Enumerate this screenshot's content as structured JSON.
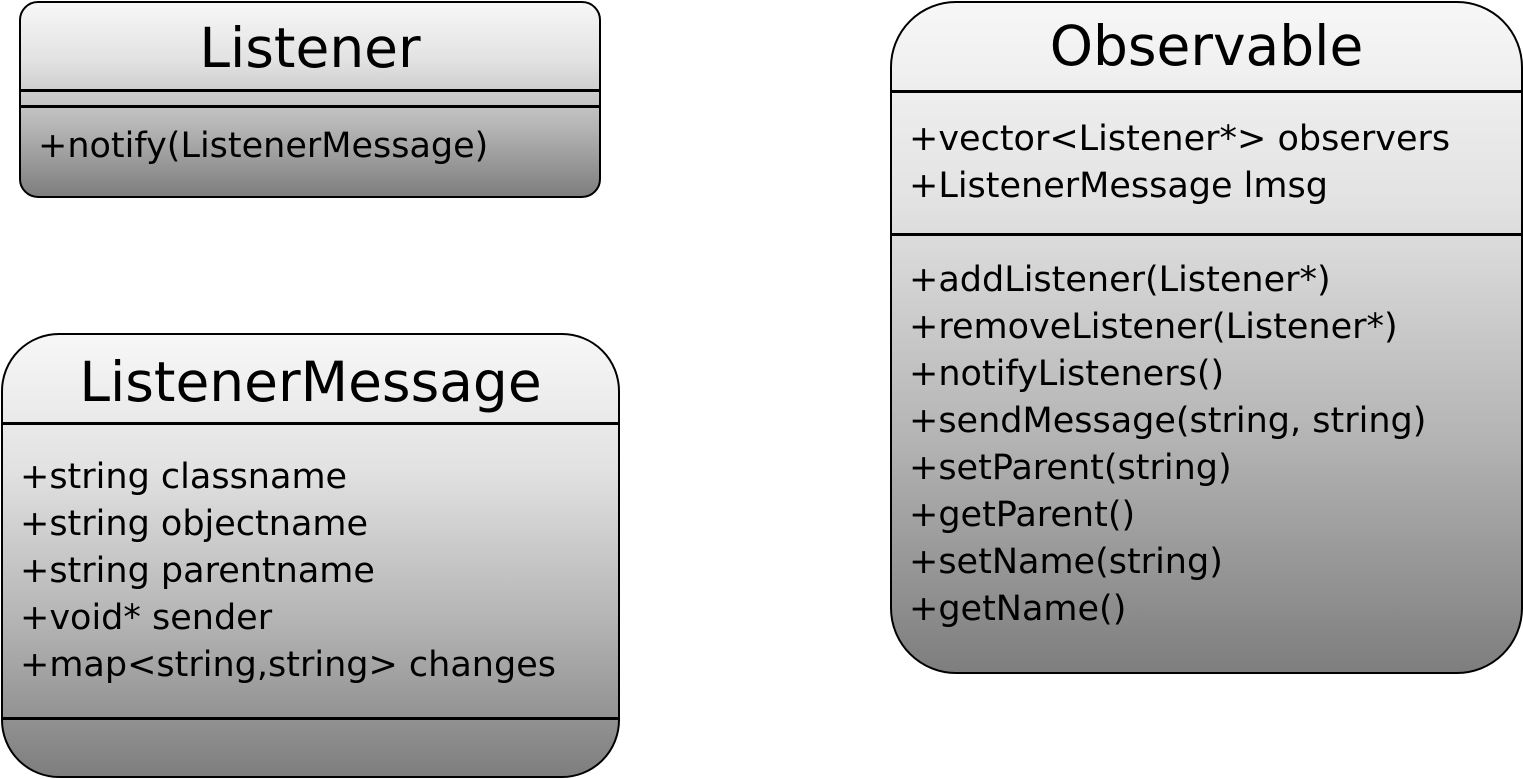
{
  "classes": {
    "listener": {
      "name": "Listener",
      "attributes": [],
      "methods": [
        "+notify(ListenerMessage)"
      ]
    },
    "listener_message": {
      "name": "ListenerMessage",
      "attributes": [
        "+string classname",
        "+string objectname",
        "+string parentname",
        "+void* sender",
        "+map<string,string> changes"
      ],
      "methods": []
    },
    "observable": {
      "name": "Observable",
      "attributes": [
        "+vector<Listener*> observers",
        "+ListenerMessage lmsg"
      ],
      "methods": [
        "+addListener(Listener*)",
        "+removeListener(Listener*)",
        "+notifyListeners()",
        "+sendMessage(string, string)",
        "+setParent(string)",
        "+getParent()",
        "+setName(string)",
        "+getName()"
      ]
    }
  }
}
